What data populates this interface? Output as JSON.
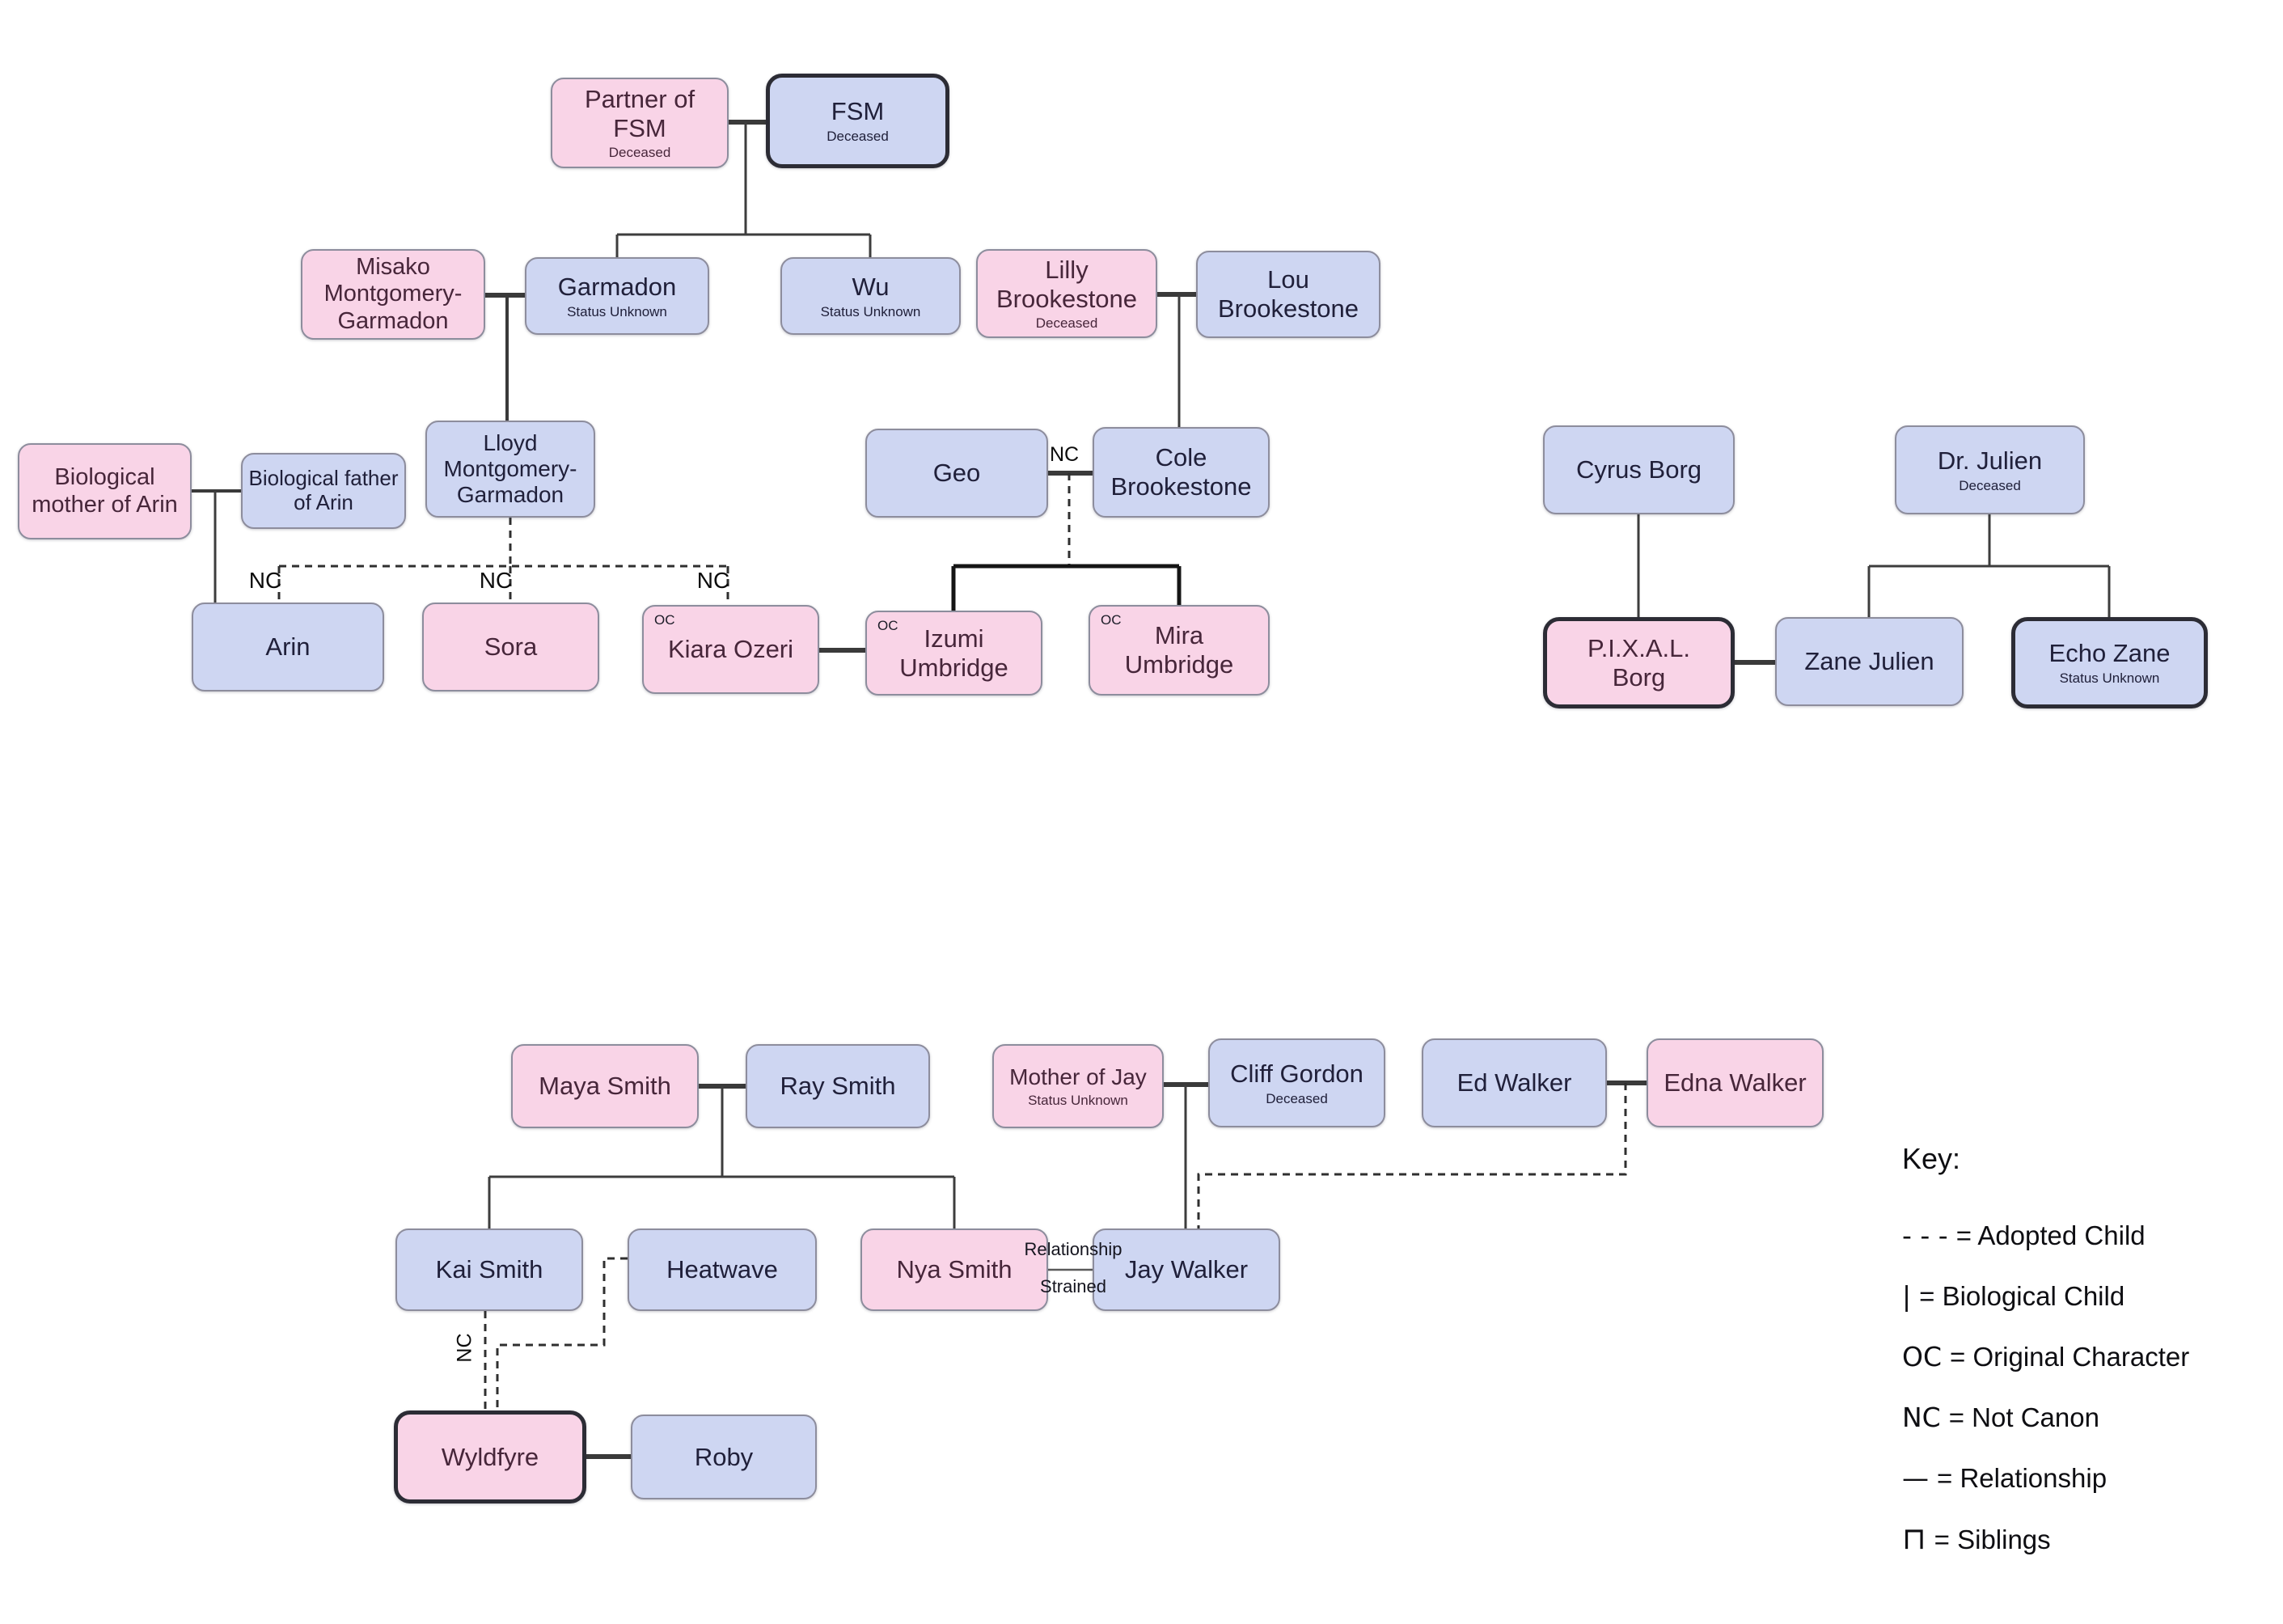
{
  "palette": {
    "female_box": "#f9d4e7",
    "male_box": "#ced6f2",
    "box_border": "#8d8d9d",
    "emphasis_border": "#2c2c35",
    "line_color": "#3a3a3a",
    "background": "#ffffff"
  },
  "labels": {
    "nc": "NC",
    "oc": "OC",
    "relationship_strained": {
      "line1": "Relationship",
      "line2": "Strained"
    }
  },
  "nodes": {
    "partner_fsm": {
      "name": "Partner of FSM",
      "status": "Deceased",
      "color": "pink"
    },
    "fsm": {
      "name": "FSM",
      "status": "Deceased",
      "color": "blue",
      "emphasized": true
    },
    "misako": {
      "name": "Misako Montgomery-Garmadon",
      "color": "pink"
    },
    "garmadon": {
      "name": "Garmadon",
      "status": "Status Unknown",
      "color": "blue"
    },
    "wu": {
      "name": "Wu",
      "status": "Status Unknown",
      "color": "blue"
    },
    "lilly": {
      "name": "Lilly Brookestone",
      "status": "Deceased",
      "color": "pink"
    },
    "lou": {
      "name": "Lou Brookestone",
      "color": "blue"
    },
    "bio_mother": {
      "name": "Biological mother of Arin",
      "color": "pink"
    },
    "bio_father": {
      "name": "Biological father of Arin",
      "color": "blue"
    },
    "lloyd": {
      "name": "Lloyd Montgomery-Garmadon",
      "color": "blue"
    },
    "geo": {
      "name": "Geo",
      "color": "blue"
    },
    "cole": {
      "name": "Cole Brookestone",
      "color": "blue"
    },
    "arin": {
      "name": "Arin",
      "color": "blue"
    },
    "sora": {
      "name": "Sora",
      "color": "pink"
    },
    "kiara": {
      "name": "Kiara Ozeri",
      "color": "pink",
      "tag": "OC"
    },
    "izumi": {
      "name": "Izumi Umbridge",
      "color": "pink",
      "tag": "OC"
    },
    "mira": {
      "name": "Mira Umbridge",
      "color": "pink",
      "tag": "OC"
    },
    "cyrus": {
      "name": "Cyrus Borg",
      "color": "blue"
    },
    "dr_julien": {
      "name": "Dr. Julien",
      "status": "Deceased",
      "color": "blue"
    },
    "pixal": {
      "name": "P.I.X.A.L. Borg",
      "color": "pink",
      "emphasized": true
    },
    "zane": {
      "name": "Zane Julien",
      "color": "blue"
    },
    "echo": {
      "name": "Echo Zane",
      "status": "Status Unknown",
      "color": "blue",
      "emphasized": true
    },
    "maya": {
      "name": "Maya Smith",
      "color": "pink"
    },
    "ray": {
      "name": "Ray Smith",
      "color": "blue"
    },
    "mother_jay": {
      "name": "Mother of Jay",
      "status": "Status Unknown",
      "color": "pink"
    },
    "cliff": {
      "name": "Cliff Gordon",
      "status": "Deceased",
      "color": "blue"
    },
    "ed": {
      "name": "Ed Walker",
      "color": "blue"
    },
    "edna": {
      "name": "Edna Walker",
      "color": "pink"
    },
    "kai": {
      "name": "Kai Smith",
      "color": "blue"
    },
    "heatwave": {
      "name": "Heatwave",
      "color": "blue"
    },
    "nya": {
      "name": "Nya Smith",
      "color": "pink"
    },
    "jay": {
      "name": "Jay Walker",
      "color": "blue"
    },
    "wyldfyre": {
      "name": "Wyldfyre",
      "color": "pink",
      "emphasized": true
    },
    "roby": {
      "name": "Roby",
      "color": "blue"
    }
  },
  "key": {
    "title": "Key:",
    "items": [
      {
        "symbol": "- - -",
        "meaning": "= Adopted Child"
      },
      {
        "symbol": "|",
        "meaning": "= Biological Child"
      },
      {
        "symbol": "OC",
        "meaning": "= Original Character"
      },
      {
        "symbol": "NC",
        "meaning": "= Not Canon"
      },
      {
        "symbol": "—",
        "meaning": "= Relationship"
      },
      {
        "symbol": "⊓",
        "meaning": "= Siblings"
      }
    ]
  }
}
